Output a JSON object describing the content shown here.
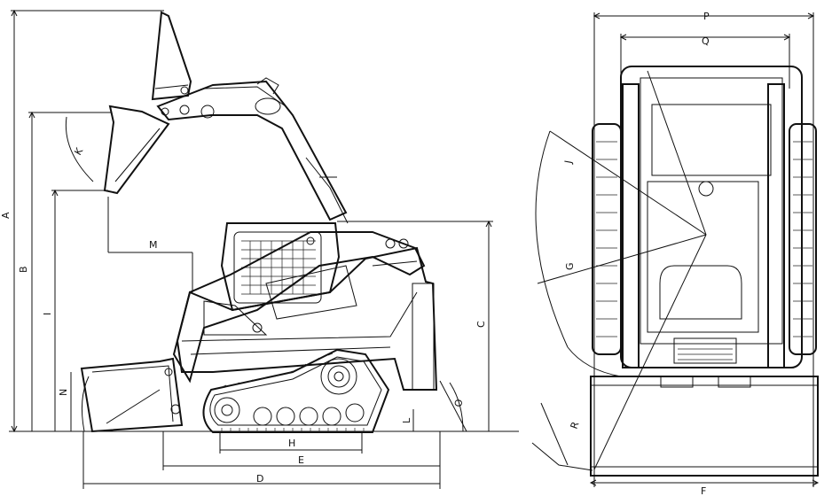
{
  "dimensions": {
    "A": "A",
    "B": "B",
    "C": "C",
    "D": "D",
    "E": "E",
    "F": "F",
    "G": "G",
    "H": "H",
    "I": "I",
    "J": "J",
    "K": "K",
    "L": "L",
    "M": "M",
    "N": "N",
    "O": "O",
    "P": "P",
    "Q": "Q",
    "R": "R"
  }
}
